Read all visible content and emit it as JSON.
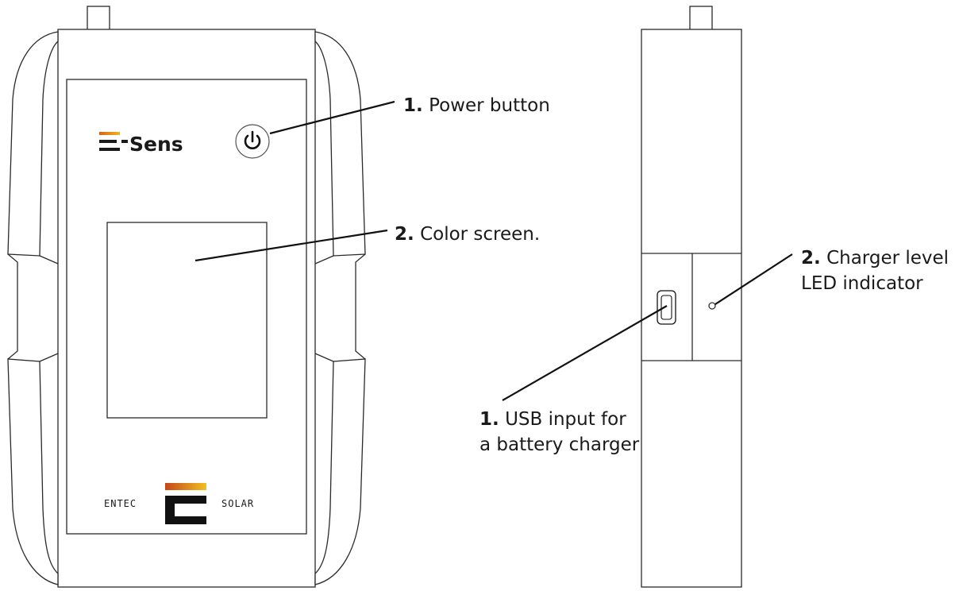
{
  "front_view": {
    "brand": {
      "letter": "E",
      "dash": "-",
      "name": "Sens"
    },
    "footer_logo": {
      "left_word": "ENTEC",
      "right_word": "SOLAR"
    }
  },
  "callouts": {
    "power_button": {
      "number": "1.",
      "text": "Power button"
    },
    "color_screen": {
      "number": "2.",
      "text": "Color screen."
    },
    "charger_led": {
      "number": "2.",
      "line1": "Charger level",
      "line2": "LED indicator"
    },
    "usb_input": {
      "number": "1.",
      "line1": "USB input for",
      "line2": "a battery charger"
    }
  },
  "colors": {
    "outline": "#2a2a2a",
    "leader_line": "#111111",
    "gradient_orange": "#d9621c",
    "gradient_yellow": "#f2b320",
    "brand_dark": "#1a1a1a"
  }
}
